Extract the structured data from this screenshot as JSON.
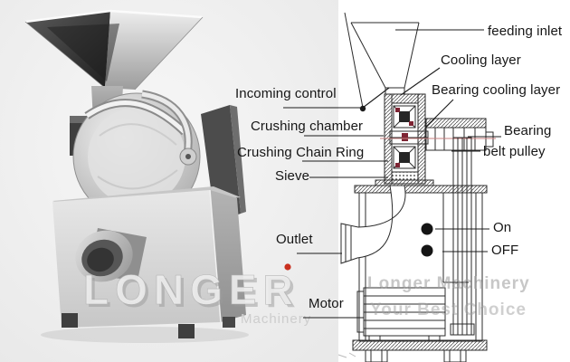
{
  "photo": {
    "watermark": {
      "logo": "LONGER",
      "logo_sub": "Machinery"
    }
  },
  "diagram": {
    "labels": {
      "feeding_inlet": "feeding inlet",
      "cooling_layer": "Cooling layer",
      "bearing_cooling_layer": "Bearing cooling layer",
      "incoming_control": "Incoming control",
      "crushing_chamber": "Crushing chamber",
      "crushing_chain_ring": "Crushing Chain Ring",
      "sieve": "Sieve",
      "bearing": "Bearing",
      "belt_pulley": "belt pulley",
      "outlet": "Outlet",
      "on": "On",
      "off": "OFF",
      "motor": "Motor"
    },
    "watermark": {
      "line1": "Longer Machinery",
      "line2": "Your Best Choice"
    }
  },
  "colors": {
    "label_text": "#161616",
    "diagram_line": "#2b2b2b",
    "bearing_accent": "#7d2433",
    "logo_dot_red": "#c9301f",
    "watermark_gray": "#9a9a9a"
  }
}
